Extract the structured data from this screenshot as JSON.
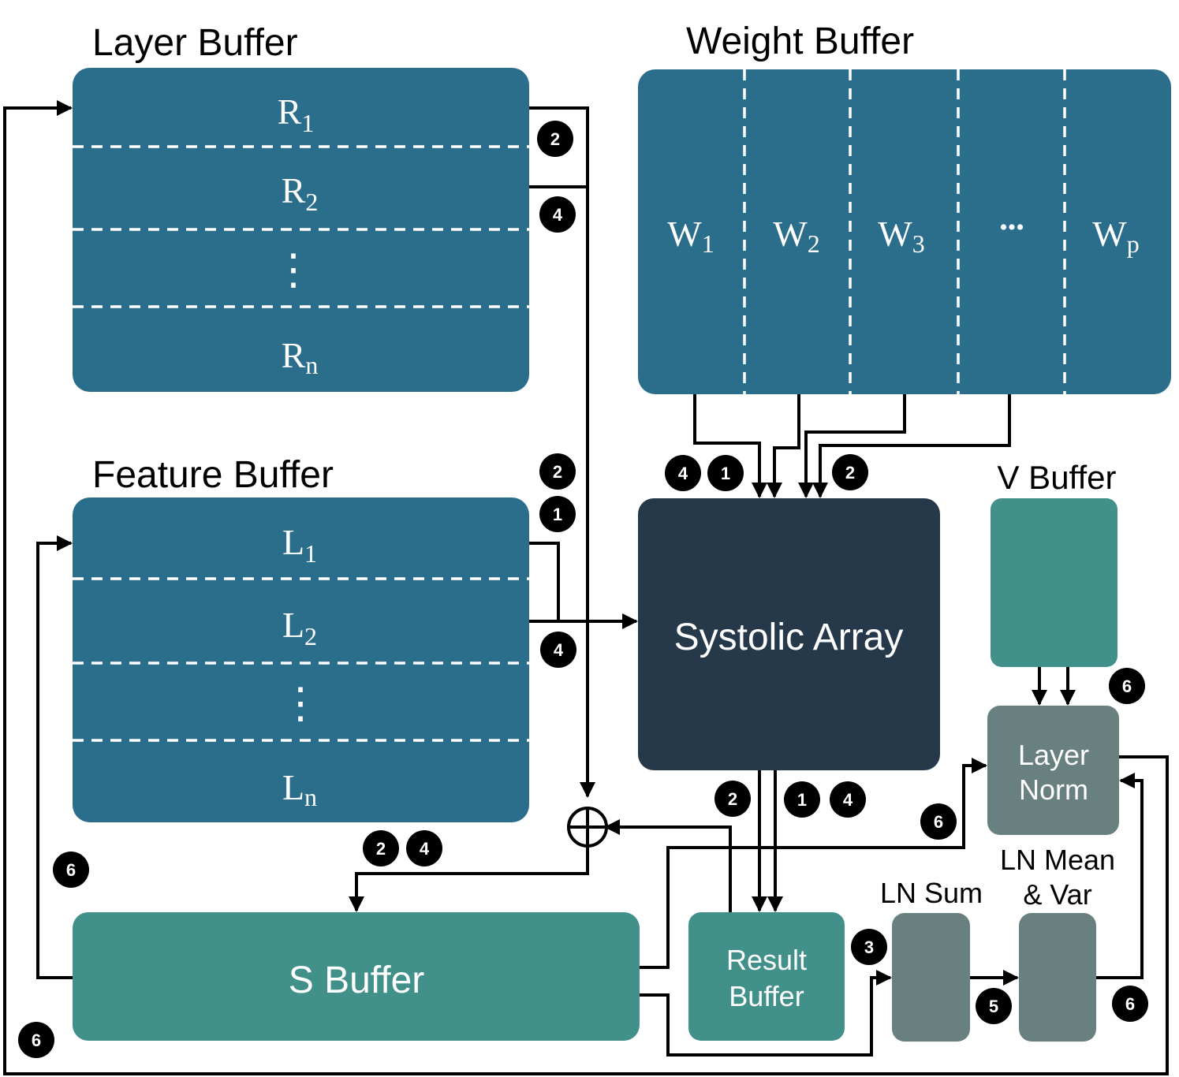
{
  "colors": {
    "buffer_blue": "#2b6e8c",
    "systolic": "#26394b",
    "teal": "#42908a",
    "gray": "#68807f"
  },
  "layer_buffer": {
    "title": "Layer Buffer",
    "rows": [
      {
        "base": "R",
        "sub": "1"
      },
      {
        "base": "R",
        "sub": "2"
      },
      {
        "base": "⋮",
        "sub": ""
      },
      {
        "base": "R",
        "sub": "n"
      }
    ]
  },
  "weight_buffer": {
    "title": "Weight Buffer",
    "cols": [
      {
        "base": "W",
        "sub": "1"
      },
      {
        "base": "W",
        "sub": "2"
      },
      {
        "base": "W",
        "sub": "3"
      },
      {
        "base": "•••",
        "sub": ""
      },
      {
        "base": "W",
        "sub": "p"
      }
    ]
  },
  "feature_buffer": {
    "title": "Feature Buffer",
    "rows": [
      {
        "base": "L",
        "sub": "1"
      },
      {
        "base": "L",
        "sub": "2"
      },
      {
        "base": "⋮",
        "sub": ""
      },
      {
        "base": "L",
        "sub": "n"
      }
    ]
  },
  "systolic_array": {
    "label": "Systolic Array"
  },
  "v_buffer": {
    "title": "V Buffer"
  },
  "layer_norm": {
    "line1": "Layer",
    "line2": "Norm"
  },
  "s_buffer": {
    "label": "S Buffer"
  },
  "result_buffer": {
    "line1": "Result",
    "line2": "Buffer"
  },
  "ln_sum": {
    "title": "LN Sum"
  },
  "ln_mean_var": {
    "line1": "LN Mean",
    "line2": "& Var"
  },
  "step_badges": [
    "2",
    "4",
    "4",
    "1",
    "2",
    "2",
    "1",
    "4",
    "6",
    "2",
    "1",
    "4",
    "6",
    "2",
    "4",
    "6",
    "3",
    "5",
    "6",
    "6"
  ]
}
